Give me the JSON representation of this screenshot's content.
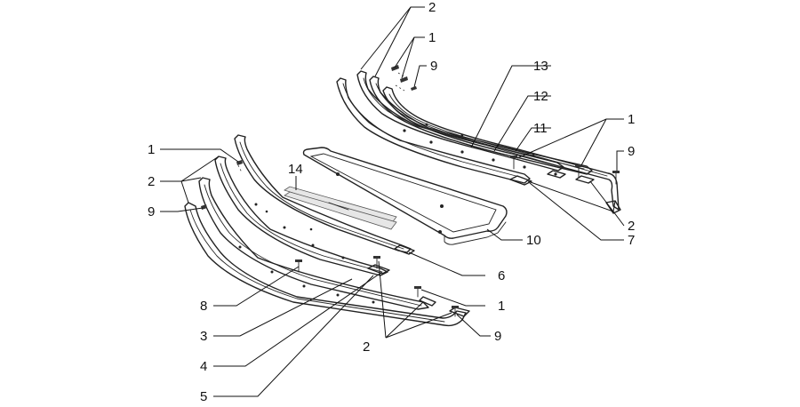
{
  "callouts": {
    "c2_top": "2",
    "c1_top": "1",
    "c9_top": "9",
    "c13": "13",
    "c12": "12",
    "c11": "11",
    "c1_right": "1",
    "c9_right": "9",
    "c2_right": "2",
    "c7": "7",
    "c10": "10",
    "c14": "14",
    "c1_left": "1",
    "c2_left": "2",
    "c9_left": "9",
    "c6": "6",
    "c1_lower": "1",
    "c8": "8",
    "c3": "3",
    "c4": "4",
    "c5": "5",
    "c2_bottom": "2",
    "c9_bottom": "9"
  }
}
